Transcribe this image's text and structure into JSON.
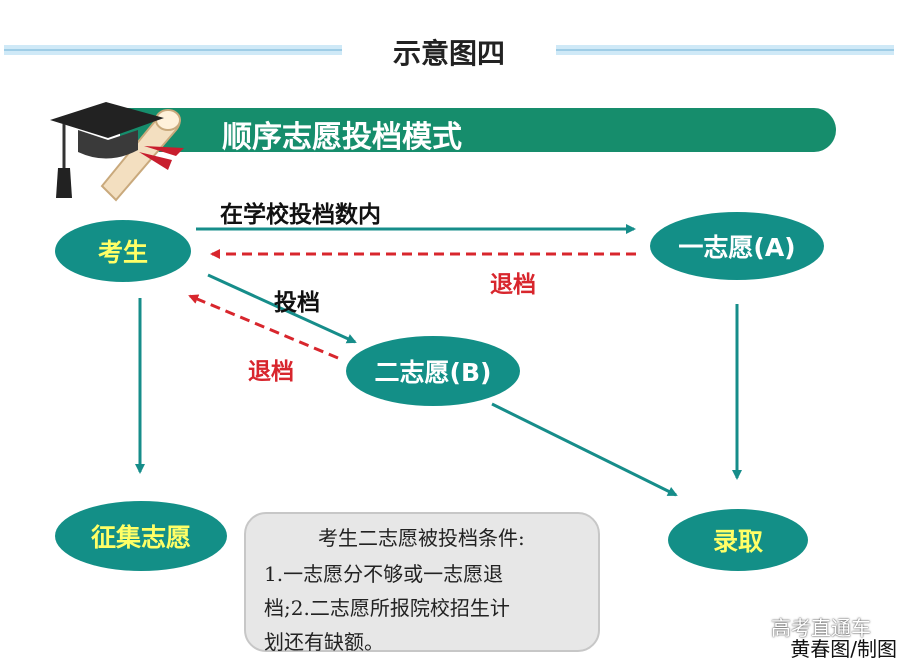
{
  "title": "示意图四",
  "banner": {
    "text": "顺序志愿投档模式",
    "color": "#168d6c"
  },
  "nodes": {
    "student": "考生",
    "choice_a": "一志愿(A)",
    "choice_b": "二志愿(B)",
    "collect": "征集志愿",
    "admit": "录取"
  },
  "edge_labels": {
    "within_quota": "在学校投档数内",
    "return_a": "退档",
    "submit": "投档",
    "return_b": "退档"
  },
  "condition": {
    "title": "考生二志愿被投档条件:",
    "line1": "1.一志愿分不够或一志愿退",
    "line2": "档;2.二志愿所报院校招生计",
    "line3": "划还有缺额。"
  },
  "watermark": {
    "line1": "高考直通车",
    "line2": "黄春图/制图"
  },
  "colors": {
    "node_fill": "#138f87",
    "arrow": "#168d8a",
    "return_arrow": "#d8262d",
    "node_text_yellow": "#ffff66",
    "rule": "#cfe9f7"
  },
  "icons": [
    "graduation-cap-icon",
    "diploma-scroll-icon"
  ]
}
